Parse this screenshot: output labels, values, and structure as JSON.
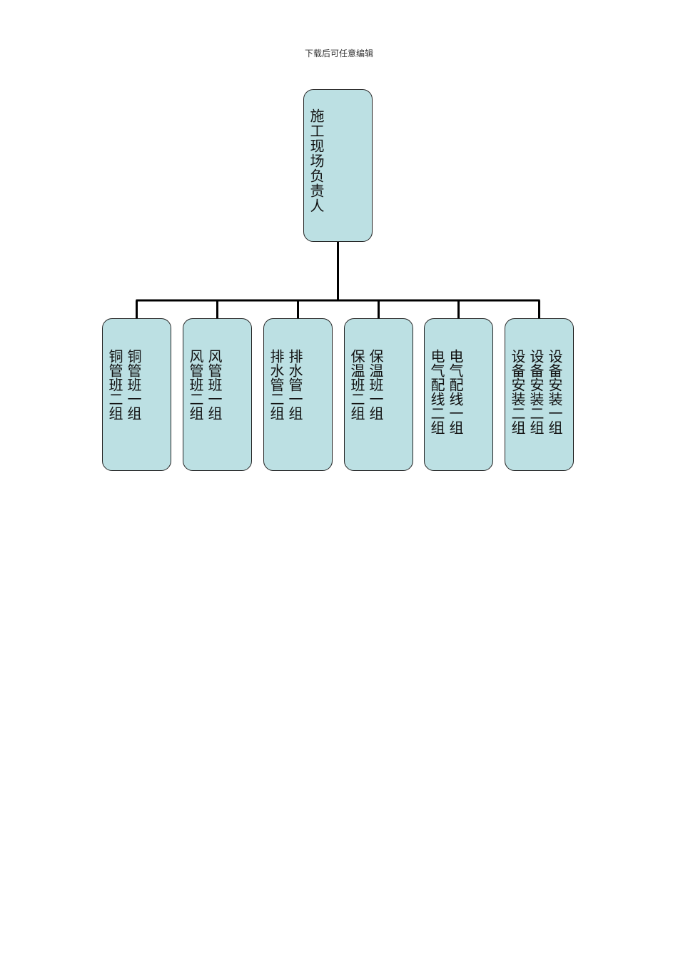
{
  "header_note": "下载后可任意编辑",
  "root": {
    "label": "施工现场负责人"
  },
  "children": [
    {
      "label": "铜管班一组\n铜管班二组"
    },
    {
      "label": "风管班一组\n风管班二组"
    },
    {
      "label": "排水管一组\n排水管二组"
    },
    {
      "label": "保温班一组\n保温班二组"
    },
    {
      "label": "电气配线一组\n电气配线二组"
    },
    {
      "label": "设备安装一组\n设备安装二组\n设备安装二组"
    }
  ]
}
